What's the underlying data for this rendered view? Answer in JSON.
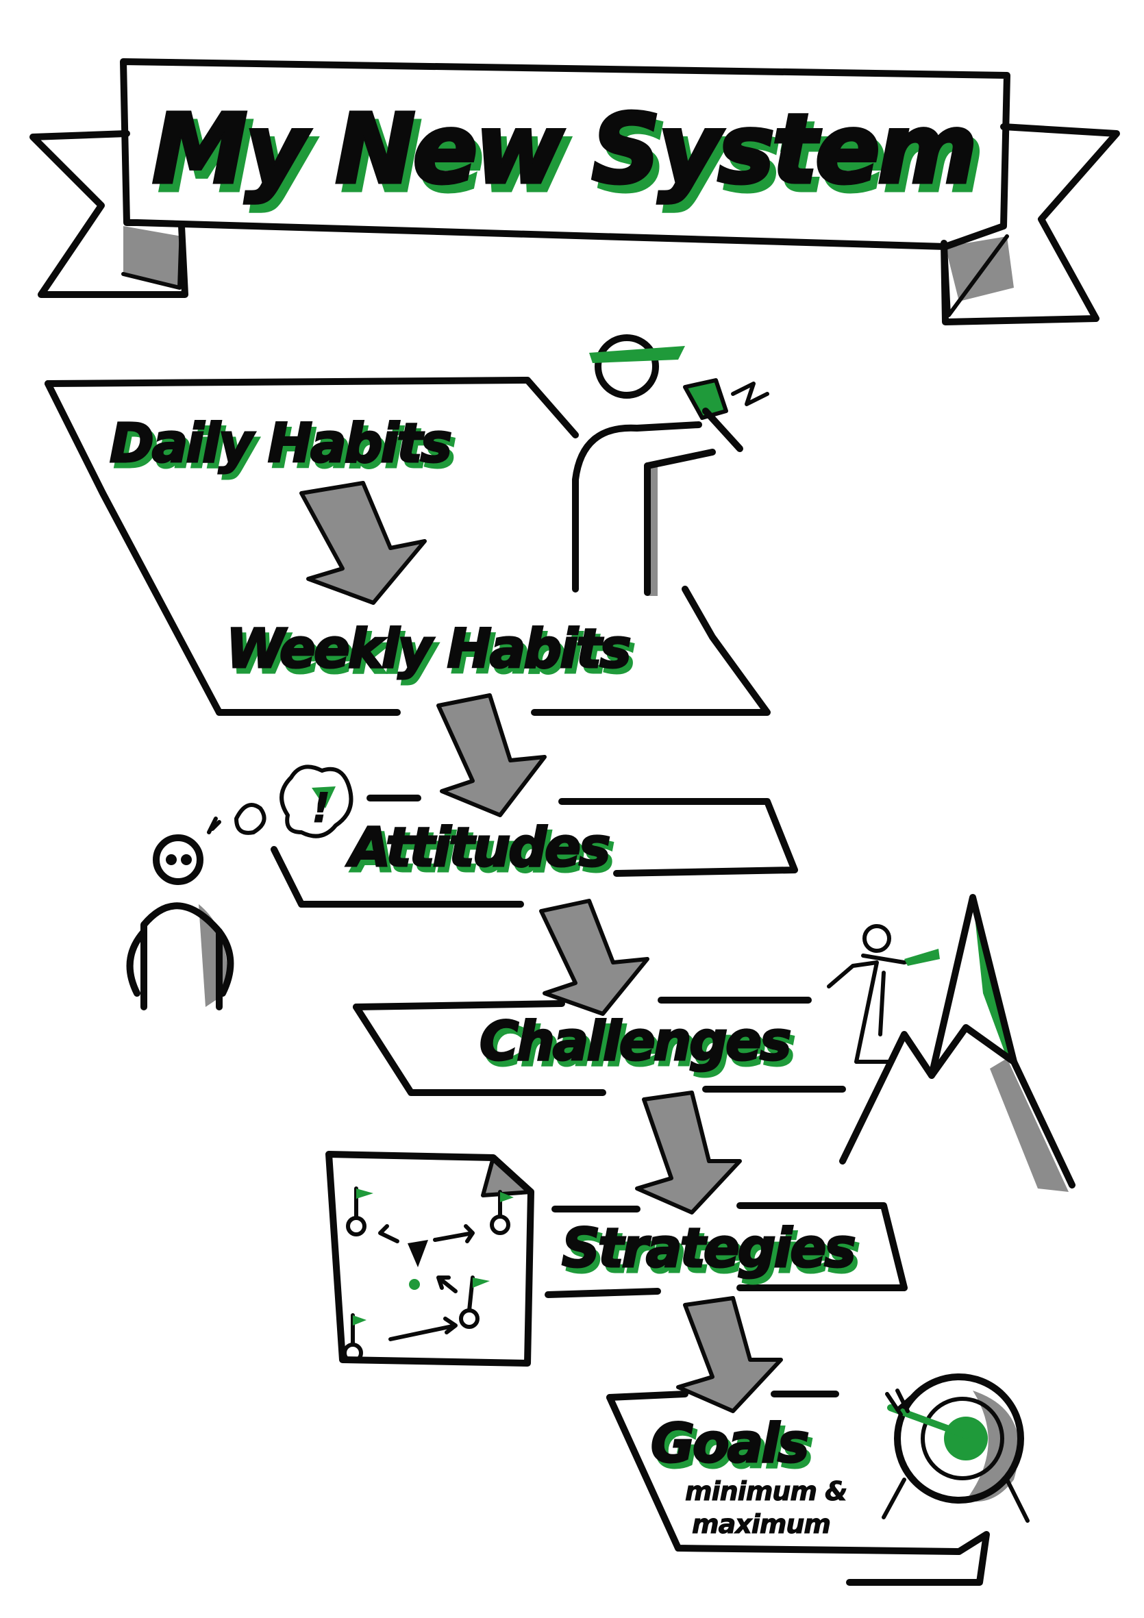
{
  "title": "My New System",
  "steps": [
    {
      "id": "daily",
      "label": "Daily Habits"
    },
    {
      "id": "weekly",
      "label": "Weekly Habits"
    },
    {
      "id": "attitudes",
      "label": "Attitudes"
    },
    {
      "id": "challenges",
      "label": "Challenges"
    },
    {
      "id": "strategies",
      "label": "Strategies"
    },
    {
      "id": "goals",
      "label": "Goals"
    }
  ],
  "goals_note": {
    "line1": "minimum &",
    "line2": "maximum"
  },
  "thought_symbol": "!",
  "colors": {
    "ink": "#0a0a0a",
    "accent": "#1f9a3a",
    "shadow": "#8c8c8c",
    "background": "#ffffff"
  },
  "icons": [
    "banner-icon",
    "worker-with-hammer-icon",
    "thinking-person-icon",
    "mountain-climber-flag-icon",
    "strategy-map-document-icon",
    "target-arrow-icon",
    "down-arrow-icon"
  ]
}
